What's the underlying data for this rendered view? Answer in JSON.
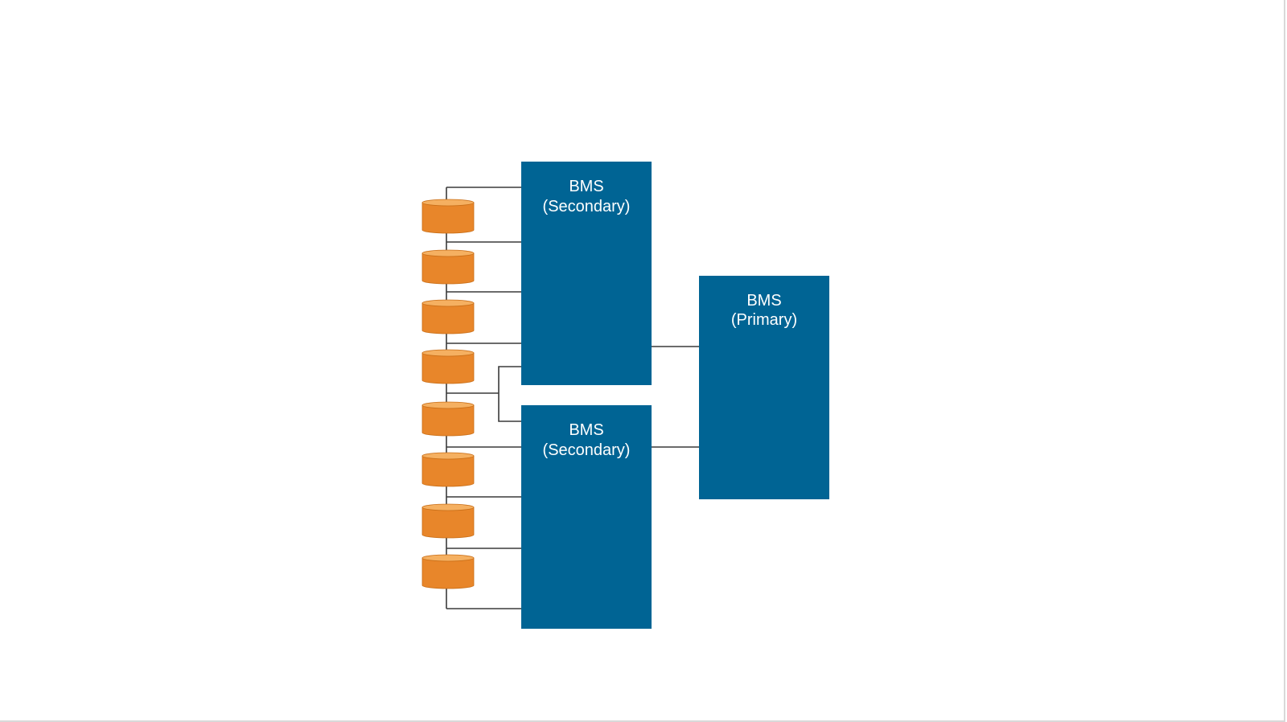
{
  "colors": {
    "bms_fill": "#006494",
    "cell_fill": "#e8862a",
    "cell_top": "#f5b061",
    "cell_edge": "#c96e17",
    "wire": "#3a3a3a",
    "background": "#ffffff"
  },
  "boxes": {
    "secondary_top": {
      "line1": "BMS",
      "line2": "(Secondary)"
    },
    "secondary_bottom": {
      "line1": "BMS",
      "line2": "(Secondary)"
    },
    "primary": {
      "line1": "BMS",
      "line2": "(Primary)"
    }
  },
  "cells": {
    "count": 8,
    "icon": "battery-cell-icon"
  }
}
